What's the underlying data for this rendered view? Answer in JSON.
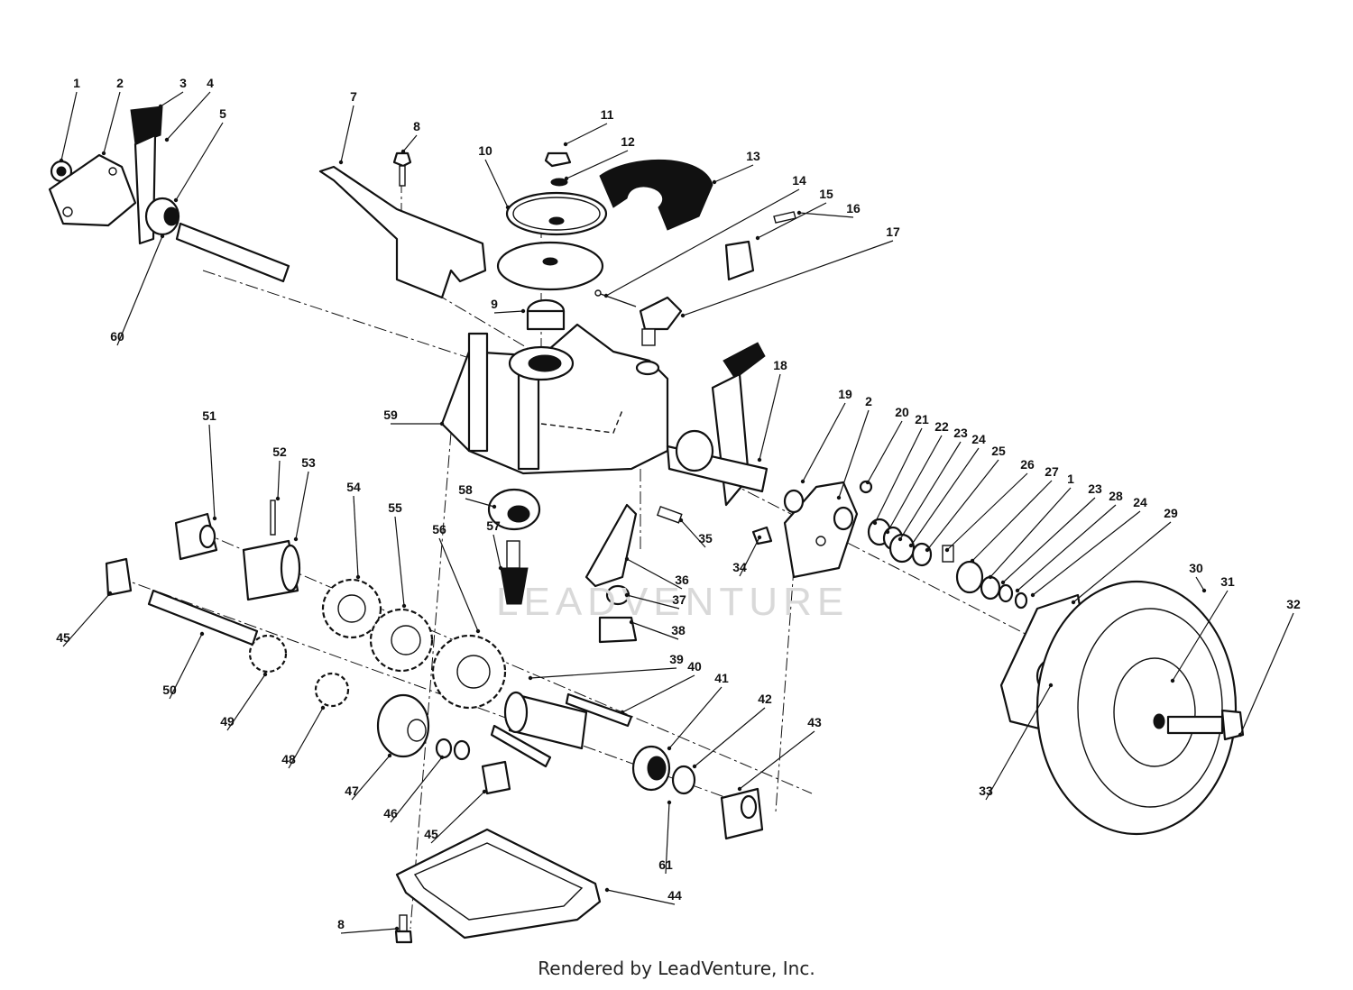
{
  "watermark": "LEADVENTURE",
  "footer": "Rendered by LeadVenture, Inc.",
  "callouts": [
    "1",
    "2",
    "3",
    "4",
    "5",
    "60",
    "7",
    "8",
    "10",
    "11",
    "12",
    "13",
    "14",
    "15",
    "16",
    "17",
    "9",
    "18",
    "19",
    "2",
    "20",
    "21",
    "22",
    "23",
    "24",
    "25",
    "26",
    "27",
    "1",
    "23",
    "28",
    "24",
    "29",
    "30",
    "31",
    "32",
    "33",
    "59",
    "51",
    "52",
    "53",
    "54",
    "55",
    "56",
    "58",
    "57",
    "35",
    "34",
    "36",
    "37",
    "38",
    "45",
    "50",
    "49",
    "48",
    "47",
    "39",
    "40",
    "41",
    "42",
    "43",
    "46",
    "45",
    "61",
    "44",
    "8"
  ]
}
